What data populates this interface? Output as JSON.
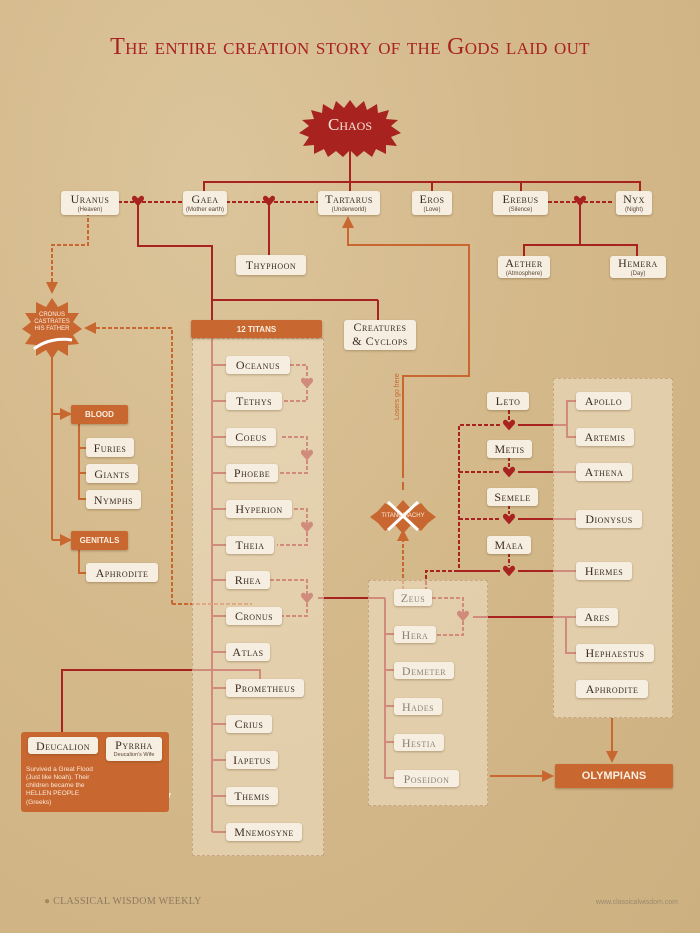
{
  "title": "The entire creation story of the Gods laid out",
  "chaos": "Chaos",
  "primordials": [
    {
      "name": "Uranus",
      "sub": "(Heaven)"
    },
    {
      "name": "Gaea",
      "sub": "(Mother earth)"
    },
    {
      "name": "Tartarus",
      "sub": "(Underworld)"
    },
    {
      "name": "Eros",
      "sub": "(Love)"
    },
    {
      "name": "Erebus",
      "sub": "(Silence)"
    },
    {
      "name": "Nyx",
      "sub": "(Night)"
    }
  ],
  "thyphoon": "Thyphoon",
  "erebus_children": [
    {
      "name": "Aether",
      "sub": "(Atmosphere)"
    },
    {
      "name": "Hemera",
      "sub": "(Day)"
    }
  ],
  "castration": {
    "line1": "CRONUS",
    "line2": "CASTRATES",
    "line3": "HIS FATHER"
  },
  "blood": {
    "label": "BLOOD",
    "children": [
      "Furies",
      "Giants",
      "Nymphs"
    ]
  },
  "genitals": {
    "label": "GENITALS",
    "children": [
      "Aphrodite"
    ]
  },
  "creatures": {
    "line1": "Creatures",
    "line2": "& Cyclops"
  },
  "titans": {
    "label": "12 TITANS",
    "members": [
      "Oceanus",
      "Tethys",
      "Coeus",
      "Phoebe",
      "Hyperion",
      "Theia",
      "Rhea",
      "Cronus",
      "Atlas",
      "Prometheus",
      "Crius",
      "Iapetus",
      "Themis",
      "Mnemosyne"
    ]
  },
  "losers_label": "Losers go here",
  "titanomachy": "TITANOMACHY",
  "flood": {
    "deucalion": "Deucalion",
    "pyrrha": "Pyrrha",
    "pyrrha_sub": "Deucalion's Wife",
    "text": "Survived a Great Flood (Just like Noah). Their children became the HELLEN PEOPLE (Greeks)"
  },
  "zeus_lovers": [
    "Leto",
    "Metis",
    "Semele",
    "Maea"
  ],
  "cronus_children": [
    "Zeus",
    "Hera",
    "Demeter",
    "Hades",
    "Hestia",
    "Poseidon"
  ],
  "olympian_children": [
    "Apollo",
    "Artemis",
    "Athena",
    "Dionysus",
    "Hermes",
    "Ares",
    "Hephaestus",
    "Aphrodite"
  ],
  "olympians_label": "OLYMPIANS",
  "footer": {
    "brand": "CLASSICAL WISDOM WEEKLY",
    "url": "www.classicalwisdom.com"
  },
  "colors": {
    "red": "#a8231f",
    "orange": "#c8672f",
    "parchment": "#d4b98b",
    "card": "#f6efe1"
  }
}
